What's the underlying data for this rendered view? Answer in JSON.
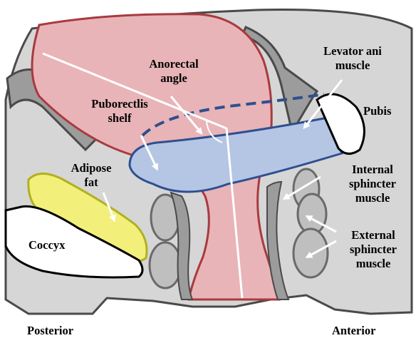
{
  "labels": {
    "anorectal_angle": [
      "Anorectal",
      "angle"
    ],
    "levator_ani": [
      "Levator ani",
      "muscle"
    ],
    "puborectalis_shelf": [
      "Puborectlis",
      "shelf"
    ],
    "pubis": "Pubis",
    "adipose_fat": [
      "Adipose",
      "fat"
    ],
    "internal_sphincter": [
      "Internal",
      "sphincter",
      "muscle"
    ],
    "external_sphincter": [
      "External",
      "sphincter",
      "muscle"
    ],
    "coccyx": "Coccyx",
    "posterior": "Posterior",
    "anterior": "Anterior"
  },
  "colors": {
    "pelvic_floor": "#d6d6d6",
    "rectum_fill": "#e8b4b8",
    "rectum_outline": "#a83a3e",
    "levator_fill": "#b4c6e4",
    "levator_outline": "#2e4f8f",
    "adipose_fill": "#f2f07a",
    "adipose_outline": "#b0b020",
    "sphincter_fill": "#bfbfbf",
    "outline": "#4a4a4a"
  }
}
